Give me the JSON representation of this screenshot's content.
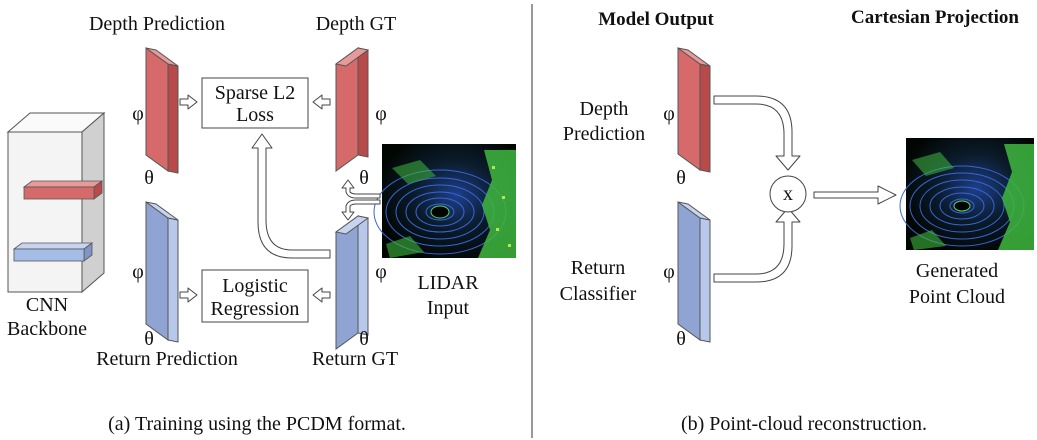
{
  "left_panel": {
    "depth_prediction_title": "Depth Prediction",
    "depth_gt_title": "Depth GT",
    "sparse_l2_line1": "Sparse L2",
    "sparse_l2_line2": "Loss",
    "logistic_line1": "Logistic",
    "logistic_line2": "Regression",
    "cnn_line1": "CNN",
    "cnn_line2": "Backbone",
    "lidar_line1": "LIDAR",
    "lidar_line2": "Input",
    "return_prediction_title": "Return Prediction",
    "return_gt_title": "Return GT",
    "phi": "φ",
    "theta": "θ",
    "caption": "(a) Training using the PCDM format."
  },
  "right_panel": {
    "model_output_title": "Model Output",
    "cartesian_title": "Cartesian Projection",
    "depth_pred_line1": "Depth",
    "depth_pred_line2": "Prediction",
    "return_cls_line1": "Return",
    "return_cls_line2": "Classifier",
    "multiply_symbol": "x",
    "generated_line1": "Generated",
    "generated_line2": "Point Cloud",
    "phi": "φ",
    "theta": "θ",
    "caption": "(b) Point-cloud reconstruction."
  },
  "colors": {
    "depth_front": "#d66a6a",
    "depth_side": "#b84a4a",
    "depth_top": "#e89a9a",
    "return_front": "#8fa4d2",
    "return_side": "#6e86bd",
    "return_top": "#b8c8ea",
    "cnn_front": "#f4f4f4",
    "cnn_side": "#d0d0d0",
    "lidar_bg": "#050a05",
    "lidar_green": "#3fb83f",
    "lidar_blue": "#4a74d8"
  }
}
